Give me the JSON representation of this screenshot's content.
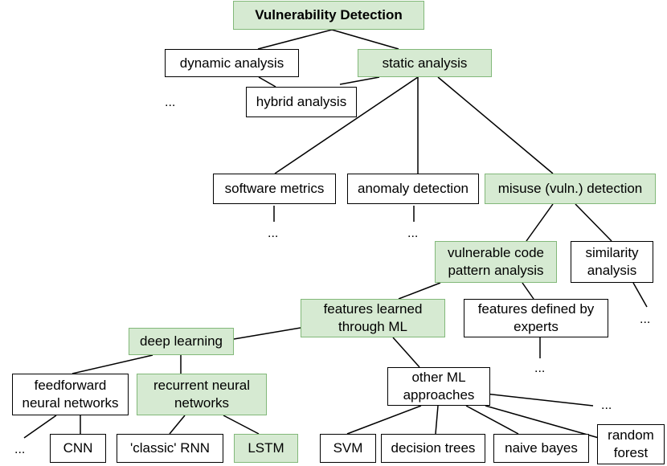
{
  "diagram": {
    "nodes": [
      {
        "id": "root",
        "label": "Vulnerability Detection",
        "highlight": true,
        "bold": true
      },
      {
        "id": "dynamic",
        "label": "dynamic analysis",
        "highlight": false
      },
      {
        "id": "static",
        "label": "static analysis",
        "highlight": true
      },
      {
        "id": "hybrid",
        "label": "hybrid analysis",
        "highlight": false
      },
      {
        "id": "metrics",
        "label": "software metrics",
        "highlight": false
      },
      {
        "id": "anomaly",
        "label": "anomaly detection",
        "highlight": false
      },
      {
        "id": "misuse",
        "label": "misuse (vuln.) detection",
        "highlight": true
      },
      {
        "id": "vcpa",
        "label": "vulnerable code\npattern analysis",
        "highlight": true
      },
      {
        "id": "similarity",
        "label": "similarity\nanalysis",
        "highlight": false
      },
      {
        "id": "learned",
        "label": "features learned\nthrough ML",
        "highlight": true
      },
      {
        "id": "experts",
        "label": "features defined by\nexperts",
        "highlight": false
      },
      {
        "id": "deep",
        "label": "deep learning",
        "highlight": true
      },
      {
        "id": "otherml",
        "label": "other ML\napproaches",
        "highlight": false
      },
      {
        "id": "ffnn",
        "label": "feedforward\nneural networks",
        "highlight": false
      },
      {
        "id": "rnn",
        "label": "recurrent neural\nnetworks",
        "highlight": true
      },
      {
        "id": "cnn",
        "label": "CNN",
        "highlight": false
      },
      {
        "id": "classicrnn",
        "label": "'classic' RNN",
        "highlight": false
      },
      {
        "id": "lstm",
        "label": "LSTM",
        "highlight": true
      },
      {
        "id": "svm",
        "label": "SVM",
        "highlight": false
      },
      {
        "id": "dtrees",
        "label": "decision trees",
        "highlight": false
      },
      {
        "id": "nbayes",
        "label": "naive bayes",
        "highlight": false
      },
      {
        "id": "rforest",
        "label": "random\nforest",
        "highlight": false
      }
    ],
    "ellipses": [
      {
        "id": "dyn",
        "label": "..."
      },
      {
        "id": "metrics",
        "label": "..."
      },
      {
        "id": "anomaly",
        "label": "..."
      },
      {
        "id": "similarity",
        "label": "..."
      },
      {
        "id": "experts",
        "label": "..."
      },
      {
        "id": "otherml",
        "label": "..."
      },
      {
        "id": "ffnn",
        "label": "..."
      }
    ],
    "colors": {
      "highlight_fill": "#d6ead2",
      "highlight_border": "#82b879",
      "border": "#000000"
    }
  }
}
